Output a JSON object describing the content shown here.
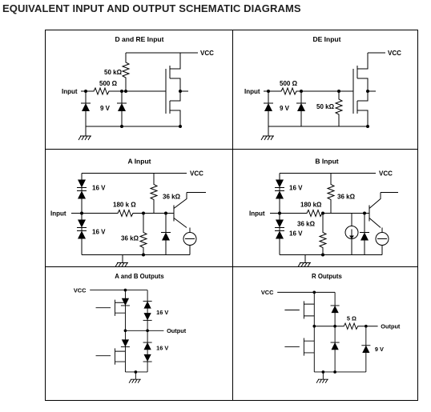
{
  "page_title": "EQUIVALENT INPUT AND OUTPUT SCHEMATIC DIAGRAMS",
  "panels": {
    "d_re": {
      "title": "D and RE Input",
      "vcc": "VCC",
      "r1": "50 kΩ",
      "r2": "500 Ω",
      "input": "Input",
      "zener": "9 V"
    },
    "de": {
      "title": "DE Input",
      "vcc": "VCC",
      "r1": "500 Ω",
      "r2": "50 kΩ",
      "input": "Input",
      "zener": "9 V"
    },
    "a": {
      "title": "A Input",
      "vcc": "VCC",
      "zener_top": "16 V",
      "r_series": "180 k Ω",
      "r_pull": "36 kΩ",
      "input": "Input",
      "zener_bot": "16 V",
      "r_down": "36 kΩ"
    },
    "b": {
      "title": "B Input",
      "vcc": "VCC",
      "zener_top": "16 V",
      "r_series": "180 kΩ",
      "r_pull": "36 kΩ",
      "input": "Input",
      "r_down": "36 kΩ",
      "zener_bot": "16 V"
    },
    "ab": {
      "title": "A and B Outputs",
      "vcc": "VCC",
      "zener_top": "16 V",
      "output": "Output",
      "zener_bot": "16 V"
    },
    "r": {
      "title": "R Outputs",
      "vcc": "VCC",
      "res": "5 Ω",
      "output": "Output",
      "zener": "9 V"
    }
  }
}
